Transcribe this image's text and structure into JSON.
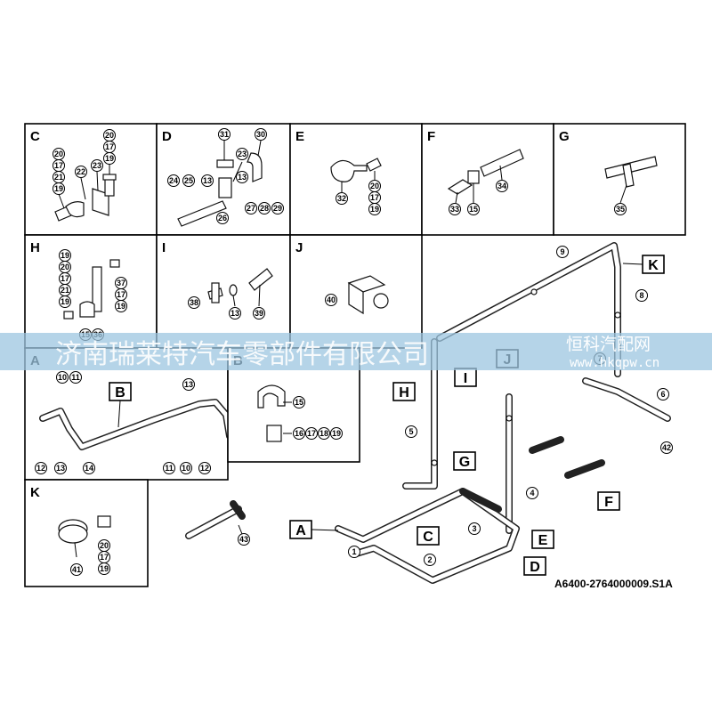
{
  "drawing_code": "A6400-2764000009.S1A",
  "watermark": {
    "company": "济南瑞莱特汽车零部件有限公司",
    "site_name": "恒科汽配网",
    "site_url": "www.hkqpw.cn",
    "band_color": "#9cc6e0"
  },
  "detail_boxes": {
    "C": {
      "label": "C",
      "callouts": [
        "20",
        "17",
        "21",
        "19",
        "22",
        "23",
        "20",
        "17",
        "19"
      ]
    },
    "D": {
      "label": "D",
      "callouts": [
        "31",
        "30",
        "24",
        "25",
        "13",
        "23",
        "13",
        "26",
        "27",
        "28",
        "29"
      ]
    },
    "E": {
      "label": "E",
      "callouts": [
        "32",
        "20",
        "17",
        "19"
      ]
    },
    "F": {
      "label": "F",
      "callouts": [
        "33",
        "15",
        "34"
      ]
    },
    "G": {
      "label": "G",
      "callouts": [
        "35"
      ]
    },
    "H": {
      "label": "H",
      "callouts": [
        "19",
        "20",
        "17",
        "21",
        "19",
        "37",
        "17",
        "19",
        "15",
        "36"
      ]
    },
    "I": {
      "label": "I",
      "callouts": [
        "38",
        "13",
        "39"
      ]
    },
    "J": {
      "label": "J",
      "callouts": [
        "40"
      ]
    },
    "A": {
      "label": "A",
      "callouts": [
        "10",
        "11",
        "13",
        "12",
        "13",
        "14",
        "11",
        "10",
        "12"
      ],
      "inner_tag": "B"
    },
    "B": {
      "label": "B",
      "callouts": [
        "15",
        "16",
        "17",
        "18",
        "19"
      ]
    },
    "K": {
      "label": "K",
      "callouts": [
        "20",
        "17",
        "19",
        "41"
      ]
    }
  },
  "loose_part_callout": "43",
  "main_view_callouts": [
    "1",
    "2",
    "3",
    "4",
    "5",
    "6",
    "7",
    "8",
    "9",
    "42"
  ],
  "main_view_tags": [
    "A",
    "C",
    "D",
    "E",
    "F",
    "G",
    "H",
    "I",
    "J",
    "K"
  ]
}
